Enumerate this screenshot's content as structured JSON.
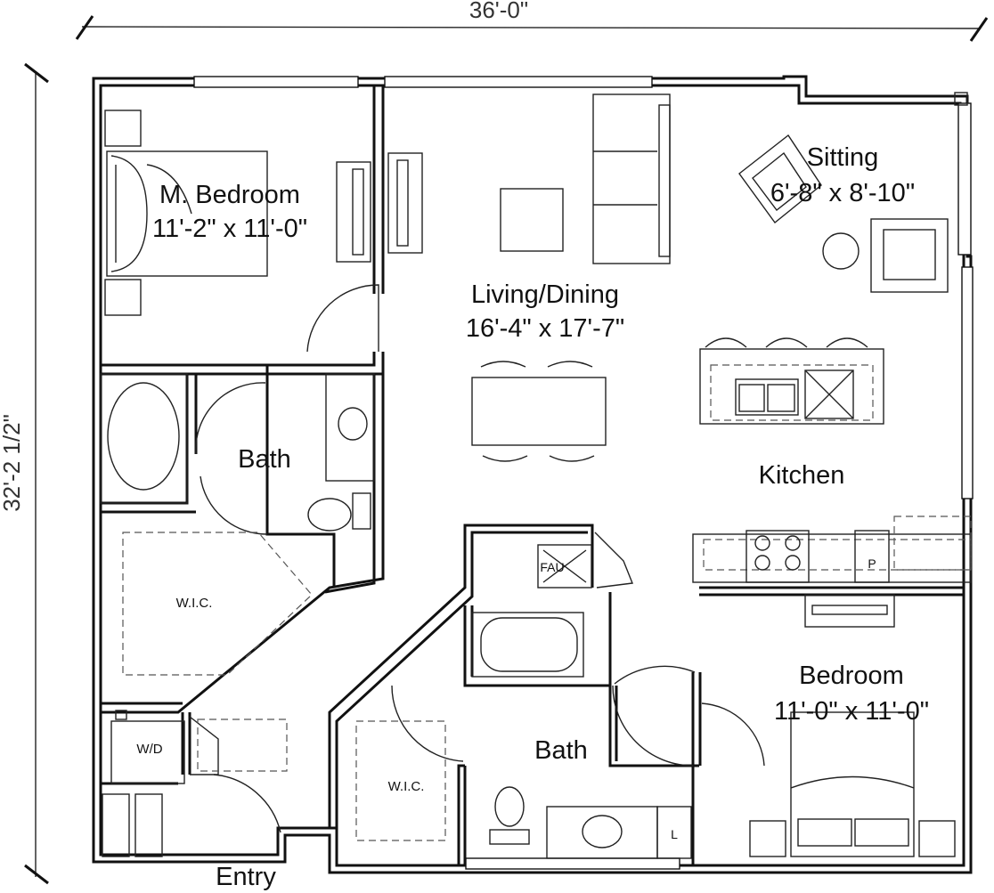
{
  "dimensions": {
    "width": "36'-0\"",
    "depth": "32'-2 1/2\""
  },
  "rooms": {
    "master_bedroom": {
      "name": "M. Bedroom",
      "size": "11'-2\" x 11'-0\""
    },
    "sitting": {
      "name": "Sitting",
      "size": "6'-8\" x 8'-10\""
    },
    "living_dining": {
      "name": "Living/Dining",
      "size": "16'-4\" x 17'-7\""
    },
    "bath_master": {
      "name": "Bath"
    },
    "kitchen": {
      "name": "Kitchen"
    },
    "wic_master": {
      "name": "W.I.C."
    },
    "bedroom": {
      "name": "Bedroom",
      "size": "11'-0\" x 11'-0\""
    },
    "bath_second": {
      "name": "Bath"
    },
    "wic_second": {
      "name": "W.I.C."
    },
    "wd": {
      "name": "W/D"
    },
    "entry": {
      "name": "Entry"
    }
  },
  "fixtures": {
    "fau": "FAU",
    "pantry": "P",
    "linen": "L"
  }
}
